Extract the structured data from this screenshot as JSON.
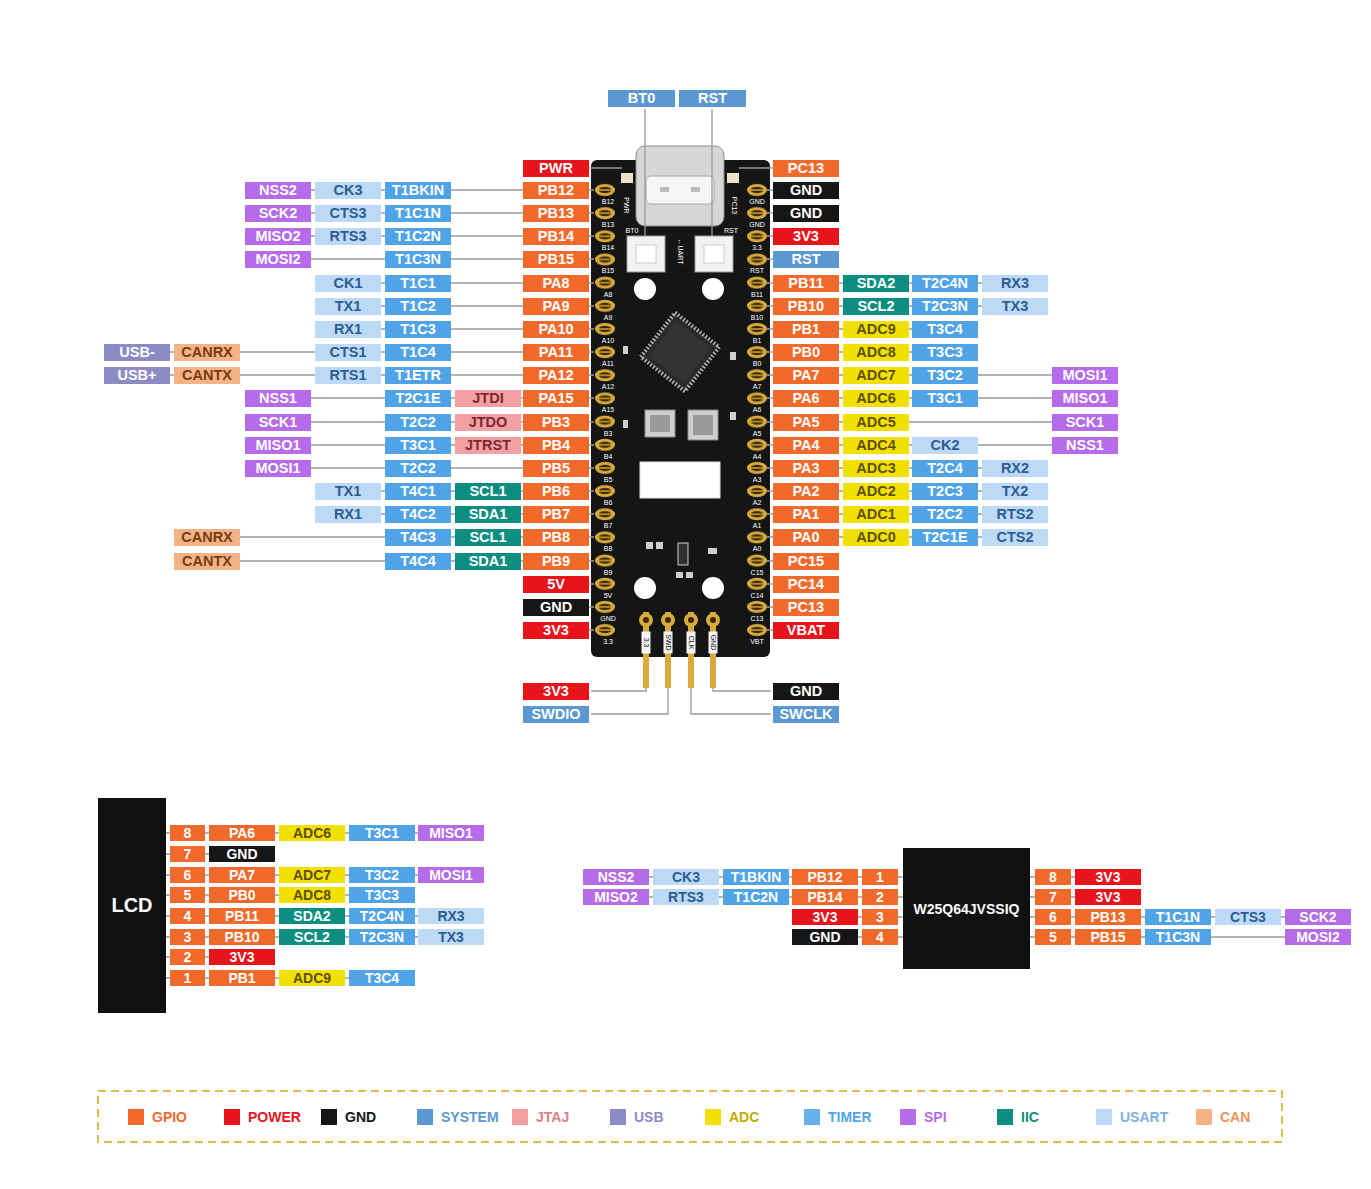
{
  "diagram": {
    "nodes": [
      {
        "text": [
          "LCD"
        ]
      },
      {
        "text": [
          "W25Q64JVSSIQ"
        ]
      }
    ],
    "labels": [
      "BT0",
      "RST",
      "PWR",
      "PC13",
      "NSS2",
      "CK3",
      "T1BKIN",
      "PB12",
      "SCK2",
      "CTS3",
      "T1C1N",
      "PB13",
      "MISO2",
      "RTS3",
      "T1C2N",
      "PB14",
      "MOSI2",
      "T1C3N",
      "PB15",
      "CK1",
      "T1C1",
      "PA8",
      "TX1",
      "T1C2",
      "PA9",
      "RX1",
      "T1C3",
      "PA10",
      "USB-",
      "CANRX",
      "CTS1",
      "T1C4",
      "PA11",
      "USB+",
      "CANTX",
      "RTS1",
      "T1ETR",
      "PA12",
      "NSS1",
      "T2C1E",
      "JTDI",
      "PA15",
      "SCK1",
      "T2C2",
      "JTDO",
      "PB3",
      "MISO1",
      "T3C1",
      "JTRST",
      "PB4",
      "MOSI1",
      "T2C2",
      "PB5",
      "TX1",
      "T4C1",
      "SCL1",
      "PB6",
      "RX1",
      "T4C2",
      "SDA1",
      "PB7",
      "CANRX",
      "T4C3",
      "SCL1",
      "PB8",
      "CANTX",
      "T4C4",
      "SDA1",
      "PB9",
      "5V",
      "GND",
      "3V3",
      "GND",
      "GND",
      "3V3",
      "RST",
      "PB11",
      "SDA2",
      "T2C4N",
      "RX3",
      "PB10",
      "SCL2",
      "T2C3N",
      "TX3",
      "PB1",
      "ADC9",
      "T3C4",
      "PB0",
      "ADC8",
      "T3C3",
      "PA7",
      "ADC7",
      "T3C2",
      "MOSI1",
      "PA6",
      "ADC6",
      "T3C1",
      "MISO1",
      "PA5",
      "ADC5",
      "SCK1",
      "PA4",
      "ADC4",
      "CK2",
      "NSS1",
      "PA3",
      "ADC3",
      "T2C4",
      "RX2",
      "PA2",
      "ADC2",
      "T2C3",
      "TX2",
      "PA1",
      "ADC1",
      "T2C2",
      "RTS2",
      "PA0",
      "ADC0",
      "T2C1E",
      "CTS2",
      "PC15",
      "PC14",
      "PC13",
      "VBAT",
      "3V3",
      "SWDIO",
      "GND",
      "SWCLK",
      "PWR",
      "PC13",
      "BT0",
      "RST",
      "←UART",
      "B12",
      "B13",
      "B14",
      "B15",
      "A8",
      "A9",
      "A10",
      "A11",
      "A12",
      "A15",
      "B3",
      "B4",
      "B5",
      "B6",
      "B7",
      "B8",
      "B9",
      "5V",
      "GND",
      "3.3",
      "GND",
      "GND",
      "3.3",
      "RST",
      "B11",
      "B10",
      "B1",
      "B0",
      "A7",
      "A6",
      "A5",
      "A4",
      "A3",
      "A2",
      "A1",
      "A0",
      "C15",
      "C14",
      "C13",
      "VBT",
      "3.3",
      "SWD",
      "CLK",
      "GND",
      "8",
      "PA6",
      "ADC6",
      "T3C1",
      "MISO1",
      "7",
      "GND",
      "6",
      "PA7",
      "ADC7",
      "T3C2",
      "MOSI1",
      "5",
      "PB0",
      "ADC8",
      "T3C3",
      "4",
      "PB11",
      "SDA2",
      "T2C4N",
      "RX3",
      "3",
      "PB10",
      "SCL2",
      "T2C3N",
      "TX3",
      "2",
      "3V3",
      "1",
      "PB1",
      "ADC9",
      "T3C4",
      "NSS2",
      "CK3",
      "T1BKIN",
      "PB12",
      "1",
      "MISO2",
      "RTS3",
      "T1C2N",
      "PB14",
      "2",
      "3V3",
      "3",
      "GND",
      "4",
      "8",
      "3V3",
      "7",
      "3V3",
      "6",
      "PB13",
      "T1C1N",
      "CTS3",
      "SCK2",
      "5",
      "PB15",
      "T1C3N",
      "MOSI2"
    ],
    "legend": [
      {
        "text": "GPIO",
        "color": "#f26a2b"
      },
      {
        "text": "POWER",
        "color": "#e8141c"
      },
      {
        "text": "GND",
        "color": "#161616"
      },
      {
        "text": "SYSTEM",
        "color": "#5b97d1"
      },
      {
        "text": "JTAJ",
        "color": "#f2a0a3"
      },
      {
        "text": "USB",
        "color": "#8d8bc4"
      },
      {
        "text": "ADC",
        "color": "#f2e000"
      },
      {
        "text": "TIMER",
        "color": "#66b0ec"
      },
      {
        "text": "SPI",
        "color": "#b56bea"
      },
      {
        "text": "IIC",
        "color": "#0b8e80"
      },
      {
        "text": "USART",
        "color": "#bcd9f5"
      },
      {
        "text": "CAN",
        "color": "#f4b387"
      }
    ]
  }
}
